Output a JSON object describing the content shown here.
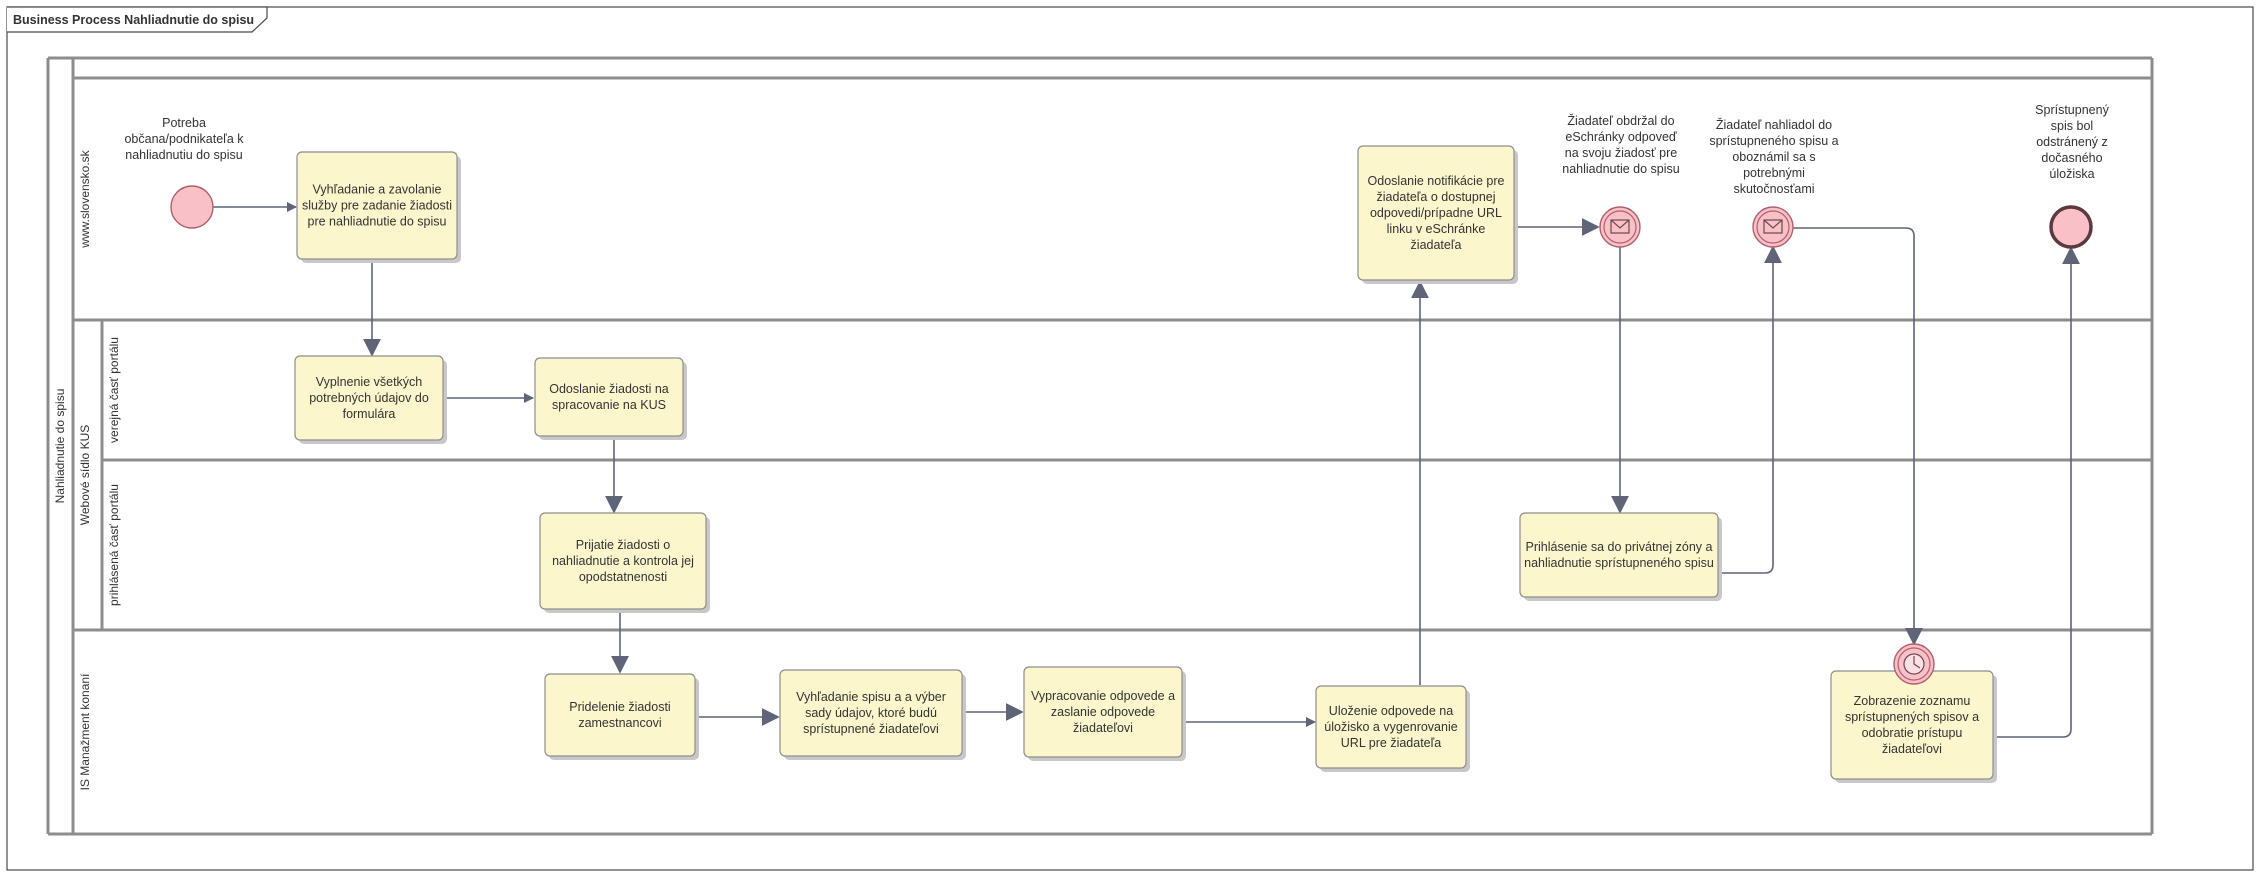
{
  "frame_title": "Business Process Nahliadnutie do spisu",
  "pool": {
    "label": "Nahliadnutie do spisu",
    "group_label": "Webové sídlo KUS",
    "lanes": {
      "slovensko": "www.slovensko.sk",
      "verejna": "verejná časť portálu",
      "prihlasena": "prihlásená časť portálu",
      "is": "IS Manažment konaní"
    }
  },
  "events": {
    "start": {
      "lines": [
        "Potreba",
        "občana/podnikateľa k",
        "nahliadnutiu do spisu"
      ]
    },
    "msg_received": {
      "lines": [
        "Žiadateľ obdržal do",
        "eSchránky odpoveď",
        "na svoju žiadosť pre",
        "nahliadnutie do spisu"
      ]
    },
    "msg_viewed": {
      "lines": [
        "Žiadateľ nahliadol do",
        "sprístupneného spisu a",
        "oboznámil sa s",
        "potrebnými",
        "skutočnosťami"
      ]
    },
    "end": {
      "lines": [
        "Sprístupnený",
        "spis bol",
        "odstránený z",
        "dočasného",
        "úložiska"
      ]
    }
  },
  "tasks": {
    "vyhladanie_sluzby": {
      "lines": [
        "Vyhľadanie a zavolanie",
        "služby pre zadanie žiadosti",
        "pre nahliadnutie do spisu"
      ]
    },
    "vyplnenie": {
      "lines": [
        "Vyplnenie všetkých",
        "potrebných údajov do",
        "formulára"
      ]
    },
    "odoslanie_ziadosti": {
      "lines": [
        "Odoslanie žiadosti na",
        "spracovanie na KUS"
      ]
    },
    "prijatie": {
      "lines": [
        "Prijatie žiadosti o",
        "nahliadnutie a kontrola jej",
        "opodstatnenosti"
      ]
    },
    "pridelenie": {
      "lines": [
        "Pridelenie žiadosti",
        "zamestnancovi"
      ]
    },
    "vyhladanie_spisu": {
      "lines": [
        "Vyhľadanie spisu a a výber",
        "sady údajov, ktoré budú",
        "sprístupnené žiadateľovi"
      ]
    },
    "vypracovanie": {
      "lines": [
        "Vypracovanie odpovede a",
        "zaslanie odpovede",
        "žiadateľovi"
      ]
    },
    "ulozenie": {
      "lines": [
        "Uloženie odpovede na",
        "úložisko a vygenrovanie",
        "URL pre  žiadateľa"
      ]
    },
    "notifikacia": {
      "lines": [
        "Odoslanie notifikácie pre",
        "žiadateľa o dostupnej",
        "odpovedi/prípadne URL",
        "linku v eSchránke",
        "žiadateľa"
      ]
    },
    "prihlasenie": {
      "lines": [
        "Prihlásenie sa do privátnej zóny a",
        "nahliadnutie sprístupneného spisu"
      ]
    },
    "zobrazenie": {
      "lines": [
        "Zobrazenie zoznamu",
        "sprístupnených spisov a",
        "odobratie prístupu",
        "žiadateľovi"
      ]
    }
  },
  "icons": {
    "message_event": "envelope-icon",
    "timer_event": "clock-icon"
  },
  "colors": {
    "task_fill": "#fcf6cd",
    "event_fill": "#f9c0c8",
    "event_stroke": "#b0606c",
    "flow": "#5f6478",
    "lane_line": "#8d8d8d"
  }
}
